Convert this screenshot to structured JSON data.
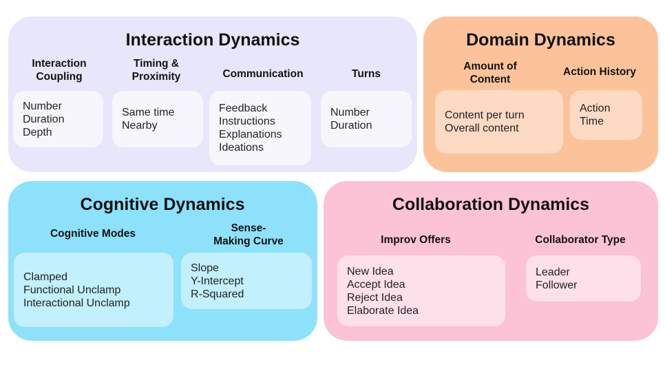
{
  "interaction": {
    "title": "Interaction Dynamics",
    "columns": [
      {
        "heading": "Interaction\nCoupling",
        "items": [
          "Number",
          "Duration",
          "Depth"
        ]
      },
      {
        "heading": "Timing &\nProximity",
        "items": [
          "Same time",
          "Nearby"
        ]
      },
      {
        "heading": "Communication",
        "items": [
          "Feedback",
          "Instructions",
          "Explanations",
          "Ideations"
        ]
      },
      {
        "heading": "Turns",
        "items": [
          "Number",
          "Duration"
        ]
      }
    ]
  },
  "domain": {
    "title": "Domain Dynamics",
    "columns": [
      {
        "heading": "Amount of\nContent",
        "items": [
          "Content per turn",
          "Overall content"
        ]
      },
      {
        "heading": "Action History",
        "items": [
          "Action",
          "Time"
        ]
      }
    ]
  },
  "cognitive": {
    "title": "Cognitive Dynamics",
    "columns": [
      {
        "heading": "Cognitive Modes",
        "items": [
          "Clamped",
          "Functional Unclamp",
          "Interactional Unclamp"
        ]
      },
      {
        "heading": "Sense-\nMaking Curve",
        "items": [
          "Slope",
          "Y-Intercept",
          "R-Squared"
        ]
      }
    ]
  },
  "collaboration": {
    "title": "Collaboration Dynamics",
    "columns": [
      {
        "heading": "Improv Offers",
        "items": [
          "New Idea",
          "Accept Idea",
          "Reject Idea",
          "Elaborate Idea"
        ]
      },
      {
        "heading": "Collaborator Type",
        "items": [
          "Leader",
          "Follower"
        ]
      }
    ]
  },
  "colors": {
    "interaction": "#e8e6fb",
    "domain": "#fcc39b",
    "cognitive": "#8ee1fb",
    "collaboration": "#fcc2d6"
  }
}
